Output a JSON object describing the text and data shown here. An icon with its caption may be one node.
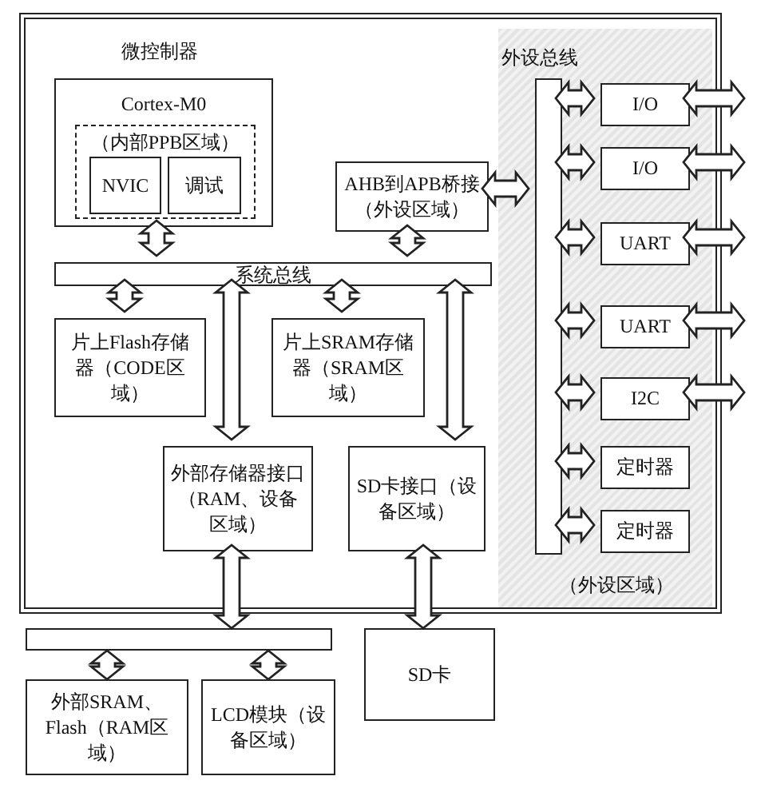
{
  "diagram": {
    "nodes": [
      {
        "text": [
          "微控制器"
        ]
      },
      {
        "text": [
          "Cortex-M0"
        ],
        "in": 0
      },
      {
        "text": [
          "（内部PPB区域）"
        ],
        "in": 1
      },
      {
        "text": [
          "NVIC"
        ],
        "in": 2
      },
      {
        "text": [
          "调试"
        ],
        "in": 2
      },
      {
        "text": [
          "AHB到APB桥接（外设区域）"
        ],
        "in": 0
      },
      {
        "text": [
          "系统总线"
        ],
        "in": 0
      },
      {
        "text": [
          "片上Flash存储器（CODE区域）"
        ],
        "in": 0
      },
      {
        "text": [
          "片上SRAM存储器（SRAM区域）"
        ],
        "in": 0
      },
      {
        "text": [
          "外部存储器接口（RAM、设备区域）"
        ],
        "in": 0
      },
      {
        "text": [
          "SD卡接口（设备区域）"
        ],
        "in": 0
      },
      {
        "text": [
          "（外设区域）"
        ],
        "in": 0
      },
      {
        "text": [
          "外设总线"
        ],
        "in": 11
      },
      {
        "text": [
          "I/O"
        ],
        "in": 11
      },
      {
        "text": [
          "I/O"
        ],
        "in": 11
      },
      {
        "text": [
          "UART"
        ],
        "in": 11
      },
      {
        "text": [
          "UART"
        ],
        "in": 11
      },
      {
        "text": [
          "I2C"
        ],
        "in": 11
      },
      {
        "text": [
          "定时器"
        ],
        "in": 11
      },
      {
        "text": [
          "定时器"
        ],
        "in": 11
      },
      {
        "text": [],
        "shape": "bar"
      },
      {
        "text": [
          "外部SRAM、Flash（RAM区域）"
        ]
      },
      {
        "text": [
          "LCD模块（设备区域）"
        ]
      },
      {
        "text": [
          "SD卡"
        ]
      }
    ],
    "edges": [
      {
        "from": 1,
        "to": 6,
        "arrow": "both"
      },
      {
        "from": 5,
        "to": 6,
        "arrow": "both"
      },
      {
        "from": 5,
        "to": 12,
        "arrow": "both"
      },
      {
        "from": 6,
        "to": 7,
        "arrow": "both"
      },
      {
        "from": 6,
        "to": 9,
        "arrow": "both"
      },
      {
        "from": 6,
        "to": 8,
        "arrow": "both"
      },
      {
        "from": 6,
        "to": 10,
        "arrow": "both"
      },
      {
        "from": 12,
        "to": 13,
        "arrow": "both"
      },
      {
        "from": 12,
        "to": 14,
        "arrow": "both"
      },
      {
        "from": 12,
        "to": 15,
        "arrow": "both"
      },
      {
        "from": 12,
        "to": 16,
        "arrow": "both"
      },
      {
        "from": 12,
        "to": 17,
        "arrow": "both"
      },
      {
        "from": 12,
        "to": 18,
        "arrow": "both"
      },
      {
        "from": 12,
        "to": 19,
        "arrow": "both"
      },
      {
        "from": 13,
        "to": null,
        "arrow": "both"
      },
      {
        "from": 14,
        "to": null,
        "arrow": "both"
      },
      {
        "from": 15,
        "to": null,
        "arrow": "both"
      },
      {
        "from": 16,
        "to": null,
        "arrow": "both"
      },
      {
        "from": 17,
        "to": null,
        "arrow": "both"
      },
      {
        "from": 9,
        "to": 20,
        "arrow": "both"
      },
      {
        "from": 20,
        "to": 21,
        "arrow": "both"
      },
      {
        "from": 20,
        "to": 22,
        "arrow": "both"
      },
      {
        "from": 10,
        "to": 23,
        "arrow": "both"
      }
    ]
  }
}
